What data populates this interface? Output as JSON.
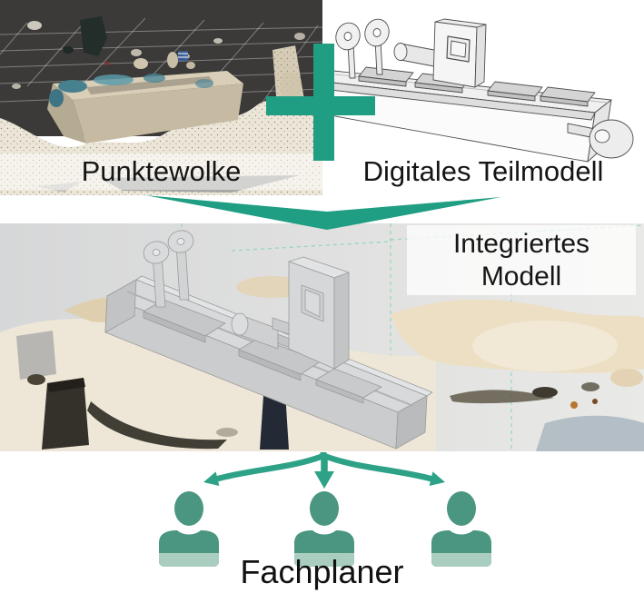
{
  "colors": {
    "accent_green": "#1F9E83",
    "arrow_green": "#2EA287",
    "person_green": "#4A9680",
    "person_green_light": "#A9CEC0",
    "label_text": "#1A1A1A"
  },
  "top": {
    "left_panel": {
      "label": "Punktewolke",
      "image": "point-cloud-scan-of-machine"
    },
    "right_panel": {
      "label": "Digitales Teilmodell",
      "image": "cad-line-drawing-of-machine"
    },
    "plus_icon": "plus-icon"
  },
  "merge": {
    "arrow_icon": "wide-arrow-down-icon"
  },
  "middle": {
    "label_line1": "Integriertes",
    "label_line2": "Modell",
    "image": "integrated-model-cad-on-point-cloud"
  },
  "bottom": {
    "branch_arrows": [
      "arrow-curved-left-icon",
      "arrow-down-icon",
      "arrow-curved-right-icon"
    ],
    "persons": [
      {
        "icon": "person-icon"
      },
      {
        "icon": "person-icon"
      },
      {
        "icon": "person-icon"
      }
    ],
    "label": "Fachplaner"
  }
}
